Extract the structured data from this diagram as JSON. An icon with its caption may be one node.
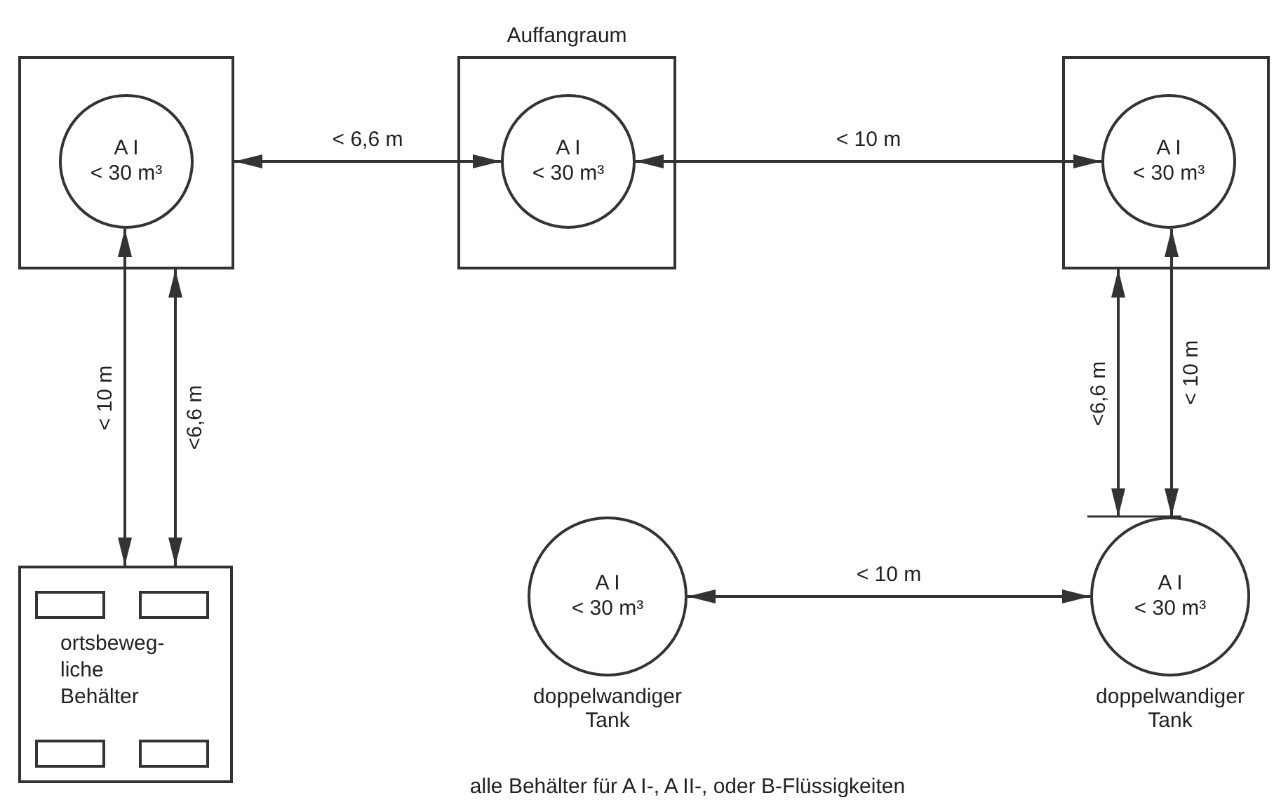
{
  "diagram": {
    "caption": "alle Behälter für A I-, A II-, oder B-Flüssigkeiten",
    "nodes": [
      {
        "text": [],
        "shape": "box"
      },
      {
        "text": [
          "A I",
          "< 30 m³"
        ],
        "in": 0
      },
      {
        "text": [
          "Auffangraum"
        ]
      },
      {
        "text": [
          "A I",
          "< 30 m³"
        ],
        "in": 2
      },
      {
        "text": [],
        "shape": "box"
      },
      {
        "text": [
          "A I",
          "< 30 m³"
        ],
        "in": 4
      },
      {
        "text": [
          "ortsbeweg-liche Behälter"
        ]
      },
      {
        "text": [
          "A I",
          "< 30 m³"
        ],
        "beside": [
          "doppelwandiger Tank"
        ]
      },
      {
        "text": [
          "A I",
          "< 30 m³"
        ],
        "beside": [
          "doppelwandiger Tank"
        ]
      }
    ],
    "edges": [
      {
        "from": 0,
        "to": 3,
        "arrow": "both",
        "label": "< 6,6 m"
      },
      {
        "from": 3,
        "to": 5,
        "arrow": "both",
        "label": "< 10 m"
      },
      {
        "from": 1,
        "to": 6,
        "arrow": "both",
        "label": "< 10 m"
      },
      {
        "from": 0,
        "to": 6,
        "arrow": "both",
        "label": "<6,6 m"
      },
      {
        "from": 4,
        "to": 8,
        "arrow": "both",
        "label": "<6,6 m"
      },
      {
        "from": 5,
        "to": 8,
        "arrow": "both",
        "label": "< 10 m"
      },
      {
        "from": 7,
        "to": 8,
        "arrow": "both",
        "label": "< 10 m"
      }
    ]
  }
}
